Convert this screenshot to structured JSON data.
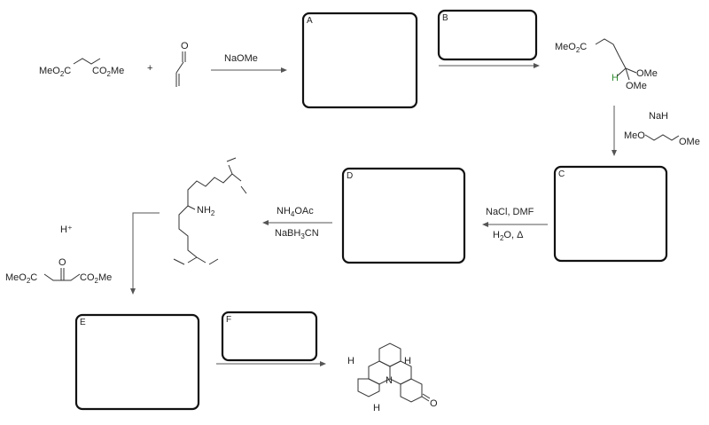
{
  "reactants": {
    "malonate": {
      "left": "MeO",
      "left_sub": "2",
      "left_tail": "C",
      "right": "CO",
      "right_sub": "2",
      "right_tail": "Me"
    },
    "plus": "+",
    "acrolein_o": "O"
  },
  "reagents": {
    "step1": "NaOMe",
    "step_c_base": "NaH",
    "step_c_solvent_left": "MeO",
    "step_c_solvent_right": "OMe",
    "step_d1": "NaCl, DMF",
    "step_d2_a": "H",
    "step_d2_sub": "2",
    "step_d2_b": "O, Δ",
    "step_e1_a": "NH",
    "step_e1_sub": "4",
    "step_e1_b": "OAc",
    "step_e2_a": "NaBH",
    "step_e2_sub": "3",
    "step_e2_b": "CN",
    "acid": "H⁺"
  },
  "intermediate1": {
    "ester_a": "MeO",
    "ester_sub": "2",
    "ester_b": "C",
    "ome_top": "OMe",
    "ome_bottom": "OMe",
    "h": "H"
  },
  "amine": {
    "nh": "NH",
    "nh_sub": "2"
  },
  "acetonedicarboxylate": {
    "left_a": "MeO",
    "left_sub": "2",
    "left_b": "C",
    "right_a": "CO",
    "right_sub": "2",
    "right_b": "Me",
    "o": "O"
  },
  "product": {
    "h1": "H",
    "h2": "H",
    "h3": "H",
    "n": "N",
    "o": "O"
  },
  "boxes": [
    {
      "label": "A"
    },
    {
      "label": "B"
    },
    {
      "label": "C"
    },
    {
      "label": "D"
    },
    {
      "label": "E"
    },
    {
      "label": "F"
    }
  ]
}
